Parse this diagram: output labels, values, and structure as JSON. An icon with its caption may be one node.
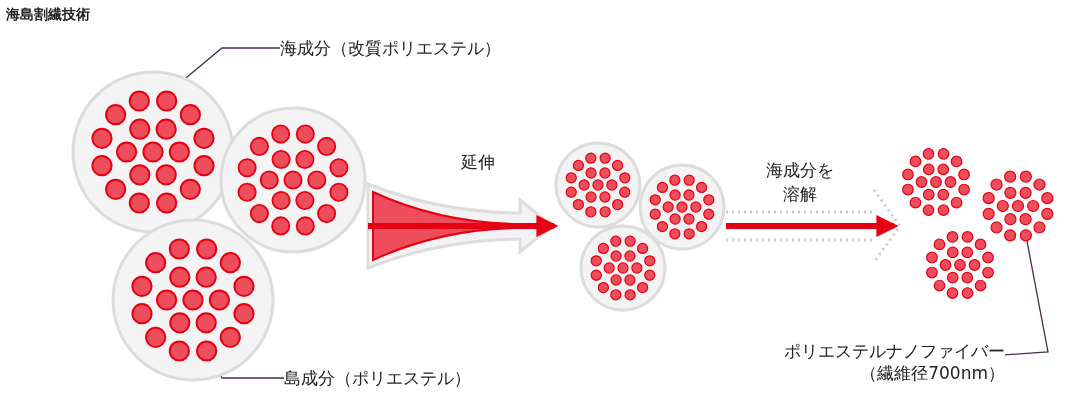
{
  "diagram": {
    "title": "海島割繊技術",
    "nodes": [
      {
        "text": [
          "海成分（改質ポリエステル）"
        ]
      },
      {
        "text": [],
        "shape": "picture"
      },
      {
        "text": [
          "島成分（ポリエステル）"
        ]
      },
      {
        "text": [],
        "shape": "picture"
      },
      {
        "text": [],
        "shape": "picture"
      },
      {
        "text": [
          "ポリエステルナノファイバー",
          "（繊維径700nm）"
        ]
      }
    ],
    "edges": [
      {
        "from": 0,
        "to": 1,
        "arrow": "other"
      },
      {
        "from": 2,
        "to": 1,
        "arrow": "other"
      },
      {
        "from": 1,
        "to": 3,
        "arrow": "to",
        "label": "延伸",
        "style": "thick",
        "color": "#e60012"
      },
      {
        "from": 3,
        "to": 4,
        "arrow": "to",
        "label": "海成分を溶解",
        "style": "thick",
        "color": "#e60012"
      },
      {
        "from": 5,
        "to": 4,
        "arrow": "other"
      }
    ]
  }
}
